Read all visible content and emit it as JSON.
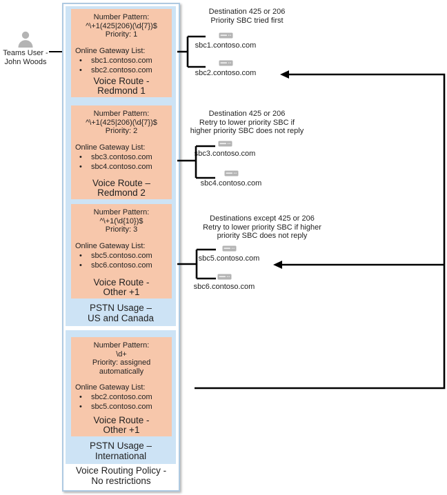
{
  "user": {
    "name": "Teams User -\nJohn Woods"
  },
  "policy": {
    "label": "Voice Routing Policy -\nNo restrictions",
    "usages": [
      {
        "label": "PSTN Usage –\nUS and Canada",
        "routes": [
          {
            "pattern_label": "Number Pattern:",
            "pattern": "^\\+1(425|206)(\\d{7})$",
            "priority": "Priority: 1",
            "gateways_label": "Online Gateway List:",
            "gateways": [
              "sbc1.contoso.com",
              "sbc2.contoso.com"
            ],
            "title": "Voice Route -\nRedmond 1"
          },
          {
            "pattern_label": "Number Pattern:",
            "pattern": "^\\+1(425|206)(\\d{7})$",
            "priority": "Priority: 2",
            "gateways_label": "Online Gateway List:",
            "gateways": [
              "sbc3.contoso.com",
              "sbc4.contoso.com"
            ],
            "title": "Voice Route –\nRedmond 2"
          },
          {
            "pattern_label": "Number Pattern:",
            "pattern": "^\\+1(\\d{10})$",
            "priority": "Priority: 3",
            "gateways_label": "Online Gateway List:",
            "gateways": [
              "sbc5.contoso.com",
              "sbc6.contoso.com"
            ],
            "title": "Voice Route -\nOther +1"
          }
        ]
      },
      {
        "label": "PSTN Usage –\nInternational",
        "routes": [
          {
            "pattern_label": "Number Pattern:",
            "pattern": "\\d+",
            "priority": "Priority: assigned\nautomatically",
            "gateways_label": "Online Gateway List:",
            "gateways": [
              "sbc2.contoso.com",
              "sbc5.contoso.com"
            ],
            "title": "Voice Route -\nOther +1"
          }
        ]
      }
    ]
  },
  "sbc_nodes": [
    {
      "name": "sbc1.contoso.com"
    },
    {
      "name": "sbc2.contoso.com"
    },
    {
      "name": "sbc3.contoso.com"
    },
    {
      "name": "sbc4.contoso.com"
    },
    {
      "name": "sbc5.contoso.com"
    },
    {
      "name": "sbc6.contoso.com"
    }
  ],
  "annotations": [
    {
      "text": "Destination 425 or 206\nPriority SBC tried first"
    },
    {
      "text": "Destination 425 or 206\nRetry to lower priority SBC if\nhigher priority SBC does not reply"
    },
    {
      "text": "Destinations except 425 or 206\nRetry to lower priority SBC if higher\npriority SBC does not reply"
    }
  ],
  "icons": {
    "user": "person-icon",
    "sbc": "sbc-server-icon"
  },
  "colors": {
    "route_fill": "#F7C7AB",
    "usage_fill": "#CDE3F5",
    "policy_border": "#AEC9E1",
    "icon_gray": "#B4B4B4",
    "line": "#000000"
  }
}
